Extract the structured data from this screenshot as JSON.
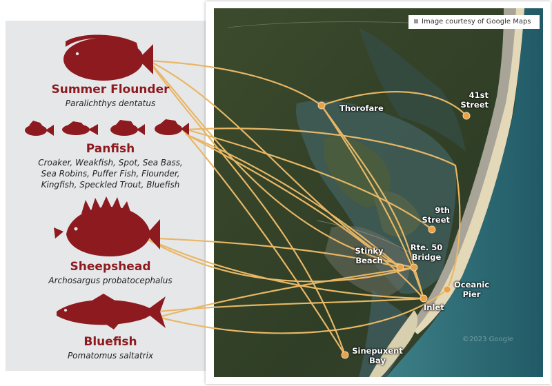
{
  "credit": "Image courtesy of Google Maps",
  "watermark": "©2023 Google",
  "species": [
    {
      "name": "Summer Flounder",
      "scientific": "Paralichthys dentatus"
    },
    {
      "name": "Panfish",
      "scientific_lines": [
        "Croaker, Weakfish, Spot, Sea Bass,",
        "Sea Robins, Puffer Fish, Flounder,",
        "Kingfish, Speckled Trout, Bluefish"
      ]
    },
    {
      "name": "Sheepshead",
      "scientific": "Archosargus probatocephalus"
    },
    {
      "name": "Bluefish",
      "scientific": "Pomatomus saltatrix"
    }
  ],
  "locations": {
    "thorofare": "Thorofare",
    "street41": [
      "41st",
      "Street"
    ],
    "street9": [
      "9th",
      "Street"
    ],
    "stinky": [
      "Stinky",
      "Beach"
    ],
    "rte50": [
      "Rte. 50",
      "Bridge"
    ],
    "oceanic": [
      "Oceanic",
      "Pier"
    ],
    "inlet": "Inlet",
    "sinepuxent": [
      "Sinepuxent",
      "Bay"
    ]
  },
  "colors": {
    "species": "#8c1a1f",
    "route": "#e8b766",
    "location_dot": "#e8a24a"
  }
}
